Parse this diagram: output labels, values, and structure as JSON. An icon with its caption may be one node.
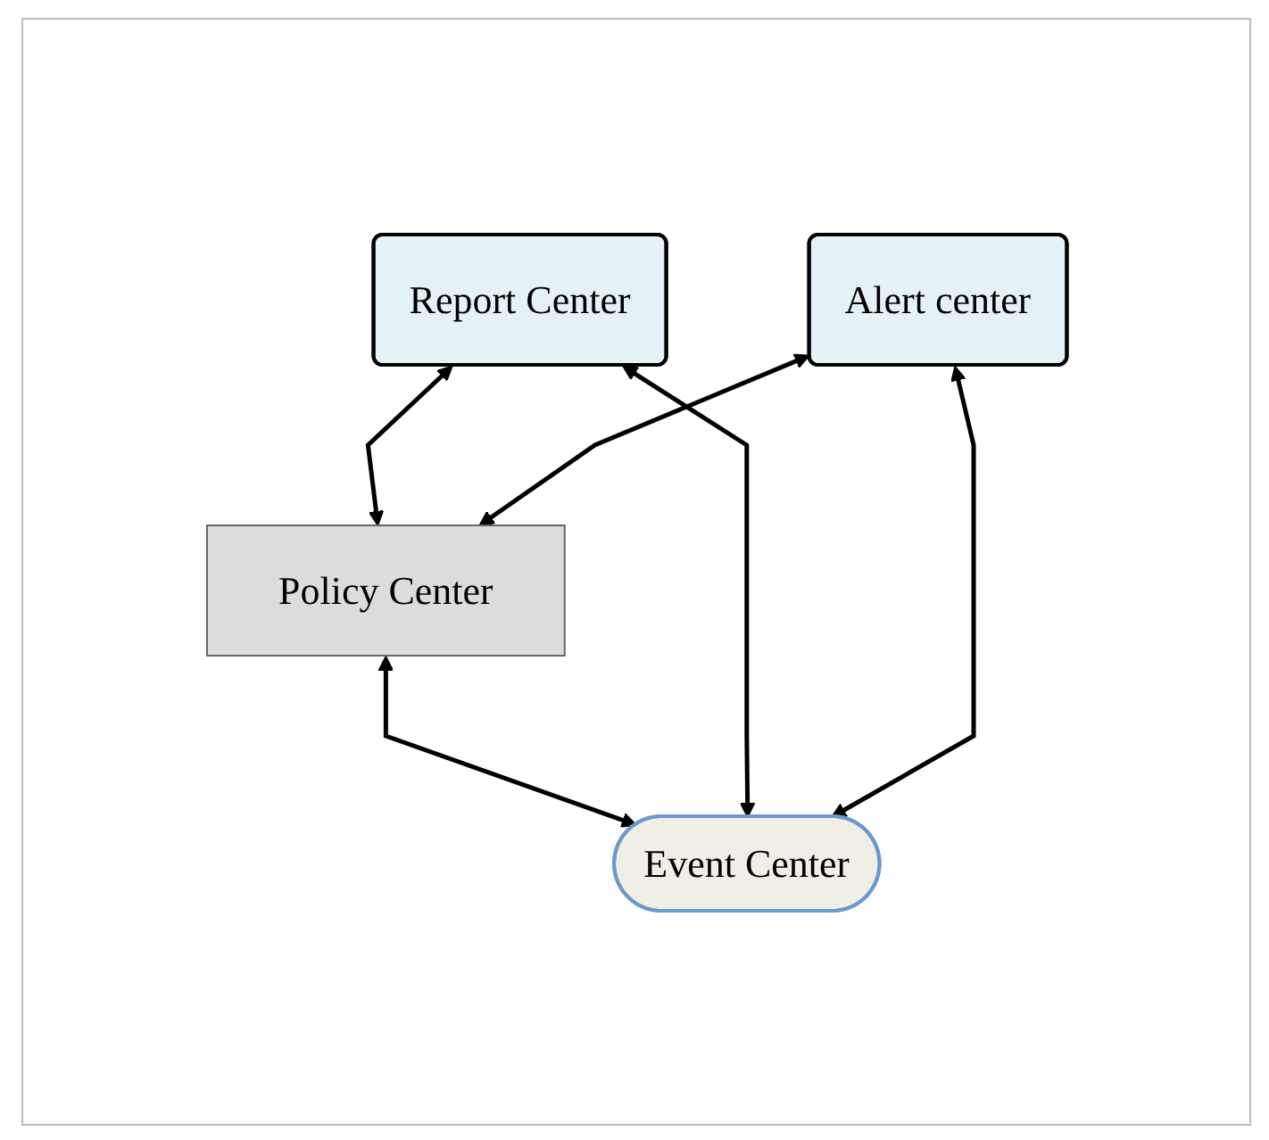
{
  "diagram": {
    "nodes": [
      {
        "text": [
          "Report Center"
        ]
      },
      {
        "text": [
          "Alert center"
        ]
      },
      {
        "text": [
          "Policy Center"
        ]
      },
      {
        "text": [
          "Event Center"
        ]
      }
    ],
    "edges": [
      {
        "from": 0,
        "to": 2,
        "arrow": "both"
      },
      {
        "from": 1,
        "to": 2,
        "arrow": "both"
      },
      {
        "from": 2,
        "to": 3,
        "arrow": "both"
      },
      {
        "from": 0,
        "to": 3,
        "arrow": "both"
      },
      {
        "from": 1,
        "to": 3,
        "arrow": "both"
      }
    ]
  }
}
